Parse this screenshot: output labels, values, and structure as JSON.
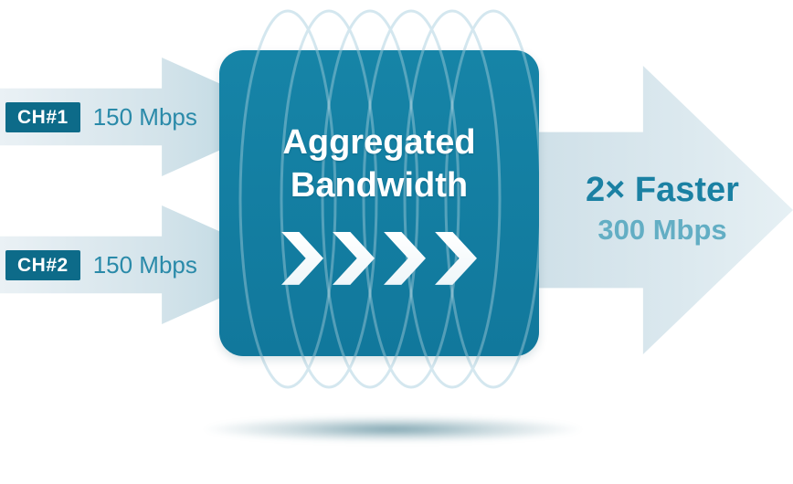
{
  "channels": [
    {
      "label": "CH#1",
      "rate": "150 Mbps"
    },
    {
      "label": "CH#2",
      "rate": "150 Mbps"
    }
  ],
  "box": {
    "title_line1": "Aggregated",
    "title_line2": "Bandwidth"
  },
  "result": {
    "headline": "2× Faster",
    "rate": "300 Mbps"
  },
  "icons": {
    "box_arrows": "chevron-right-icon",
    "box_arrow_count": 4
  },
  "colors": {
    "box_teal": "#14809f",
    "chip_teal": "#0d6b89",
    "headline_teal": "#1b81a3",
    "result_rate_teal": "#63aec4",
    "channel_rate_teal": "#2a8aa9",
    "arrow_light": "#eaf1f5",
    "arrow_dark": "#b7d5e0"
  }
}
